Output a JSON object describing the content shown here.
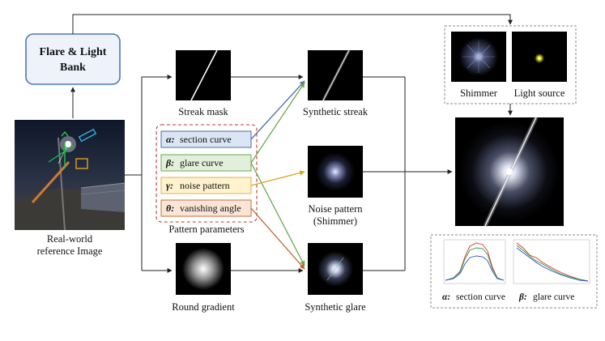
{
  "bank": {
    "line1": "Flare & Light",
    "line2": "Bank"
  },
  "reference": {
    "line1": "Real-world",
    "line2": "reference Image"
  },
  "column1": {
    "streak_mask": "Streak mask",
    "round_gradient": "Round gradient"
  },
  "parameters": {
    "caption": "Pattern parameters",
    "items": [
      {
        "symbol": "α:",
        "label": "section curve",
        "color": "#dbe5f3",
        "border": "#4a6fa8"
      },
      {
        "symbol": "β:",
        "label": "glare curve",
        "color": "#e2efda",
        "border": "#6aa84f"
      },
      {
        "symbol": "γ:",
        "label": "noise pattern",
        "color": "#fff2cc",
        "border": "#d6b656"
      },
      {
        "symbol": "θ:",
        "label": "vanishing angle",
        "color": "#fbe5d6",
        "border": "#c0713a"
      }
    ]
  },
  "column2": {
    "synthetic_streak": "Synthetic streak",
    "noise_line1": "Noise pattern",
    "noise_line2": "(Shimmer)",
    "synthetic_glare": "Synthetic glare"
  },
  "light_panel": {
    "shimmer": "Shimmer",
    "light_source": "Light source"
  },
  "curves": {
    "alpha_symbol": "α:",
    "alpha_label": "section curve",
    "beta_symbol": "β:",
    "beta_label": "glare curve"
  },
  "colors": {
    "blue_arrow": "#4a6fa8",
    "green_arrow": "#6aa84f",
    "yellow_arrow": "#d6a520",
    "orange_arrow": "#c0602a",
    "dashed_red": "#c0392b",
    "bank_border": "#4a78c2"
  }
}
